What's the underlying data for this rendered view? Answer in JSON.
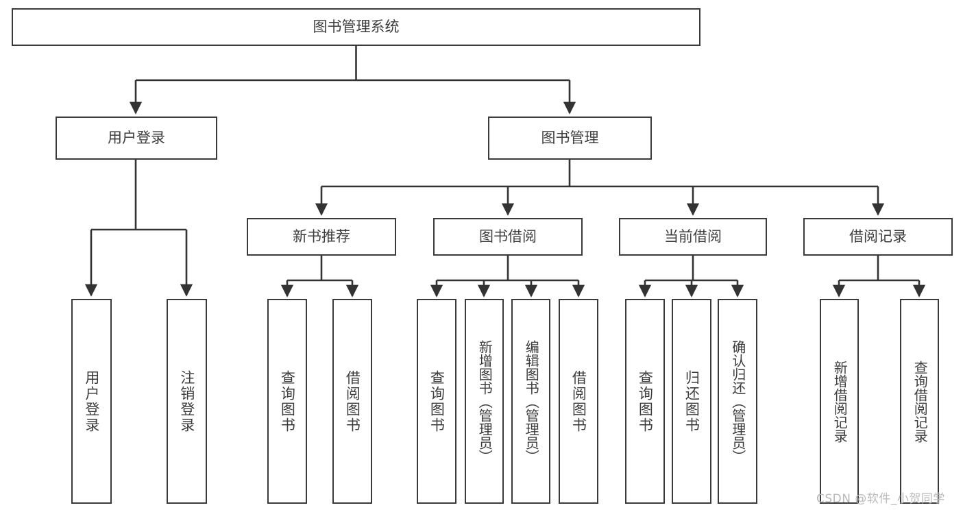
{
  "diagram": {
    "title": "图书管理系统",
    "type": "tree",
    "watermark": "CSDN @软件_小贺同学",
    "colors": {
      "box_border": "#3a3a3a",
      "box_fill": "#ffffff",
      "text": "#3c3c3c",
      "connector": "#333333",
      "watermark": "#b9b9b9"
    },
    "root": {
      "label": "图书管理系统"
    },
    "level2": [
      {
        "label": "用户登录"
      },
      {
        "label": "图书管理"
      }
    ],
    "level3": [
      {
        "label": "新书推荐"
      },
      {
        "label": "图书借阅"
      },
      {
        "label": "当前借阅"
      },
      {
        "label": "借阅记录"
      }
    ],
    "leaves": {
      "user_login": [
        {
          "label": "用户登录"
        },
        {
          "label": "注销登录"
        }
      ],
      "new_book": [
        {
          "label": "查询图书"
        },
        {
          "label": "借阅图书"
        }
      ],
      "book_borrow": [
        {
          "label": "查询图书"
        },
        {
          "label": "新增图书（管理员）"
        },
        {
          "label": "编辑图书（管理员）"
        },
        {
          "label": "借阅图书"
        }
      ],
      "current_borrow": [
        {
          "label": "查询图书"
        },
        {
          "label": "归还图书"
        },
        {
          "label": "确认归还（管理员）"
        }
      ],
      "borrow_record": [
        {
          "label": "新增借阅记录"
        },
        {
          "label": "查询借阅记录"
        }
      ]
    }
  }
}
